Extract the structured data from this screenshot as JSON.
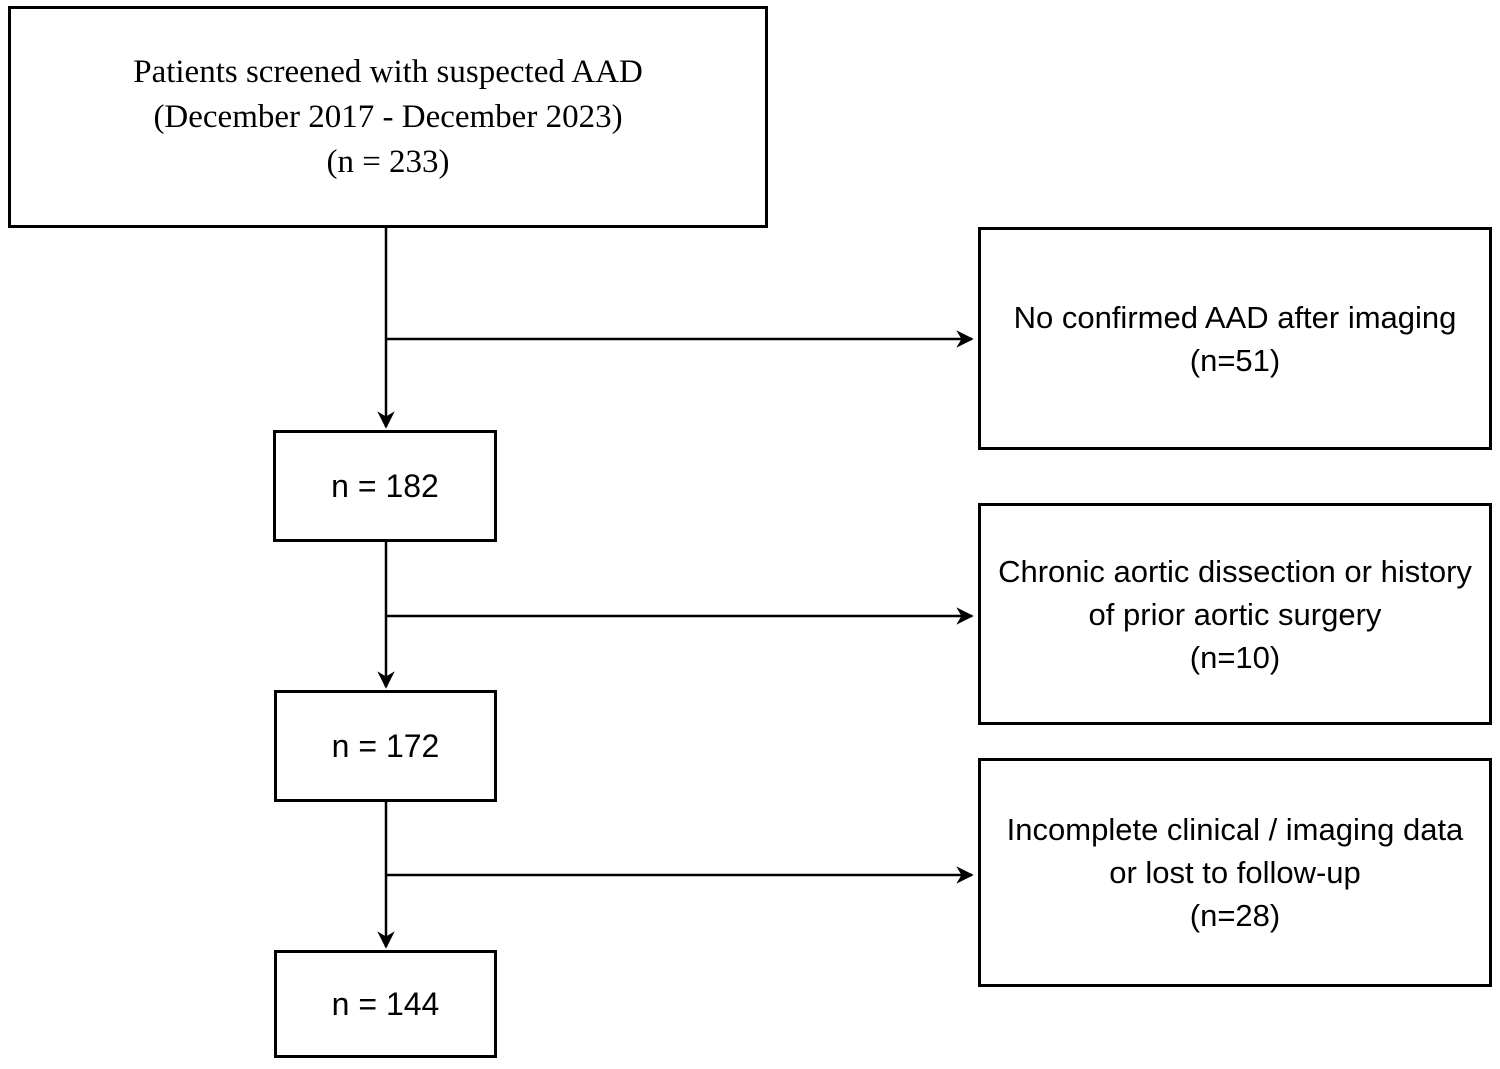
{
  "figure": {
    "background_color": "#ffffff",
    "line_color": "#000000",
    "text_color": "#000000"
  },
  "boxes": {
    "screened": {
      "line1": "Patients screened with suspected AAD",
      "line2": "(December 2017 - December 2023)",
      "line3": "(n = 233)"
    },
    "excluded_imaging": {
      "line1": "No confirmed AAD after imaging",
      "line2": "(n=51)"
    },
    "n182": {
      "label": "n = 182"
    },
    "excluded_chronic": {
      "line1": "Chronic aortic dissection or history",
      "line2": "of prior aortic surgery",
      "line3": "(n=10)"
    },
    "n172": {
      "label": "n = 172"
    },
    "excluded_incomplete": {
      "line1": "Incomplete clinical / imaging data",
      "line2": "or lost to follow-up",
      "line3": "(n=28)"
    },
    "n144": {
      "label": "n = 144"
    }
  }
}
